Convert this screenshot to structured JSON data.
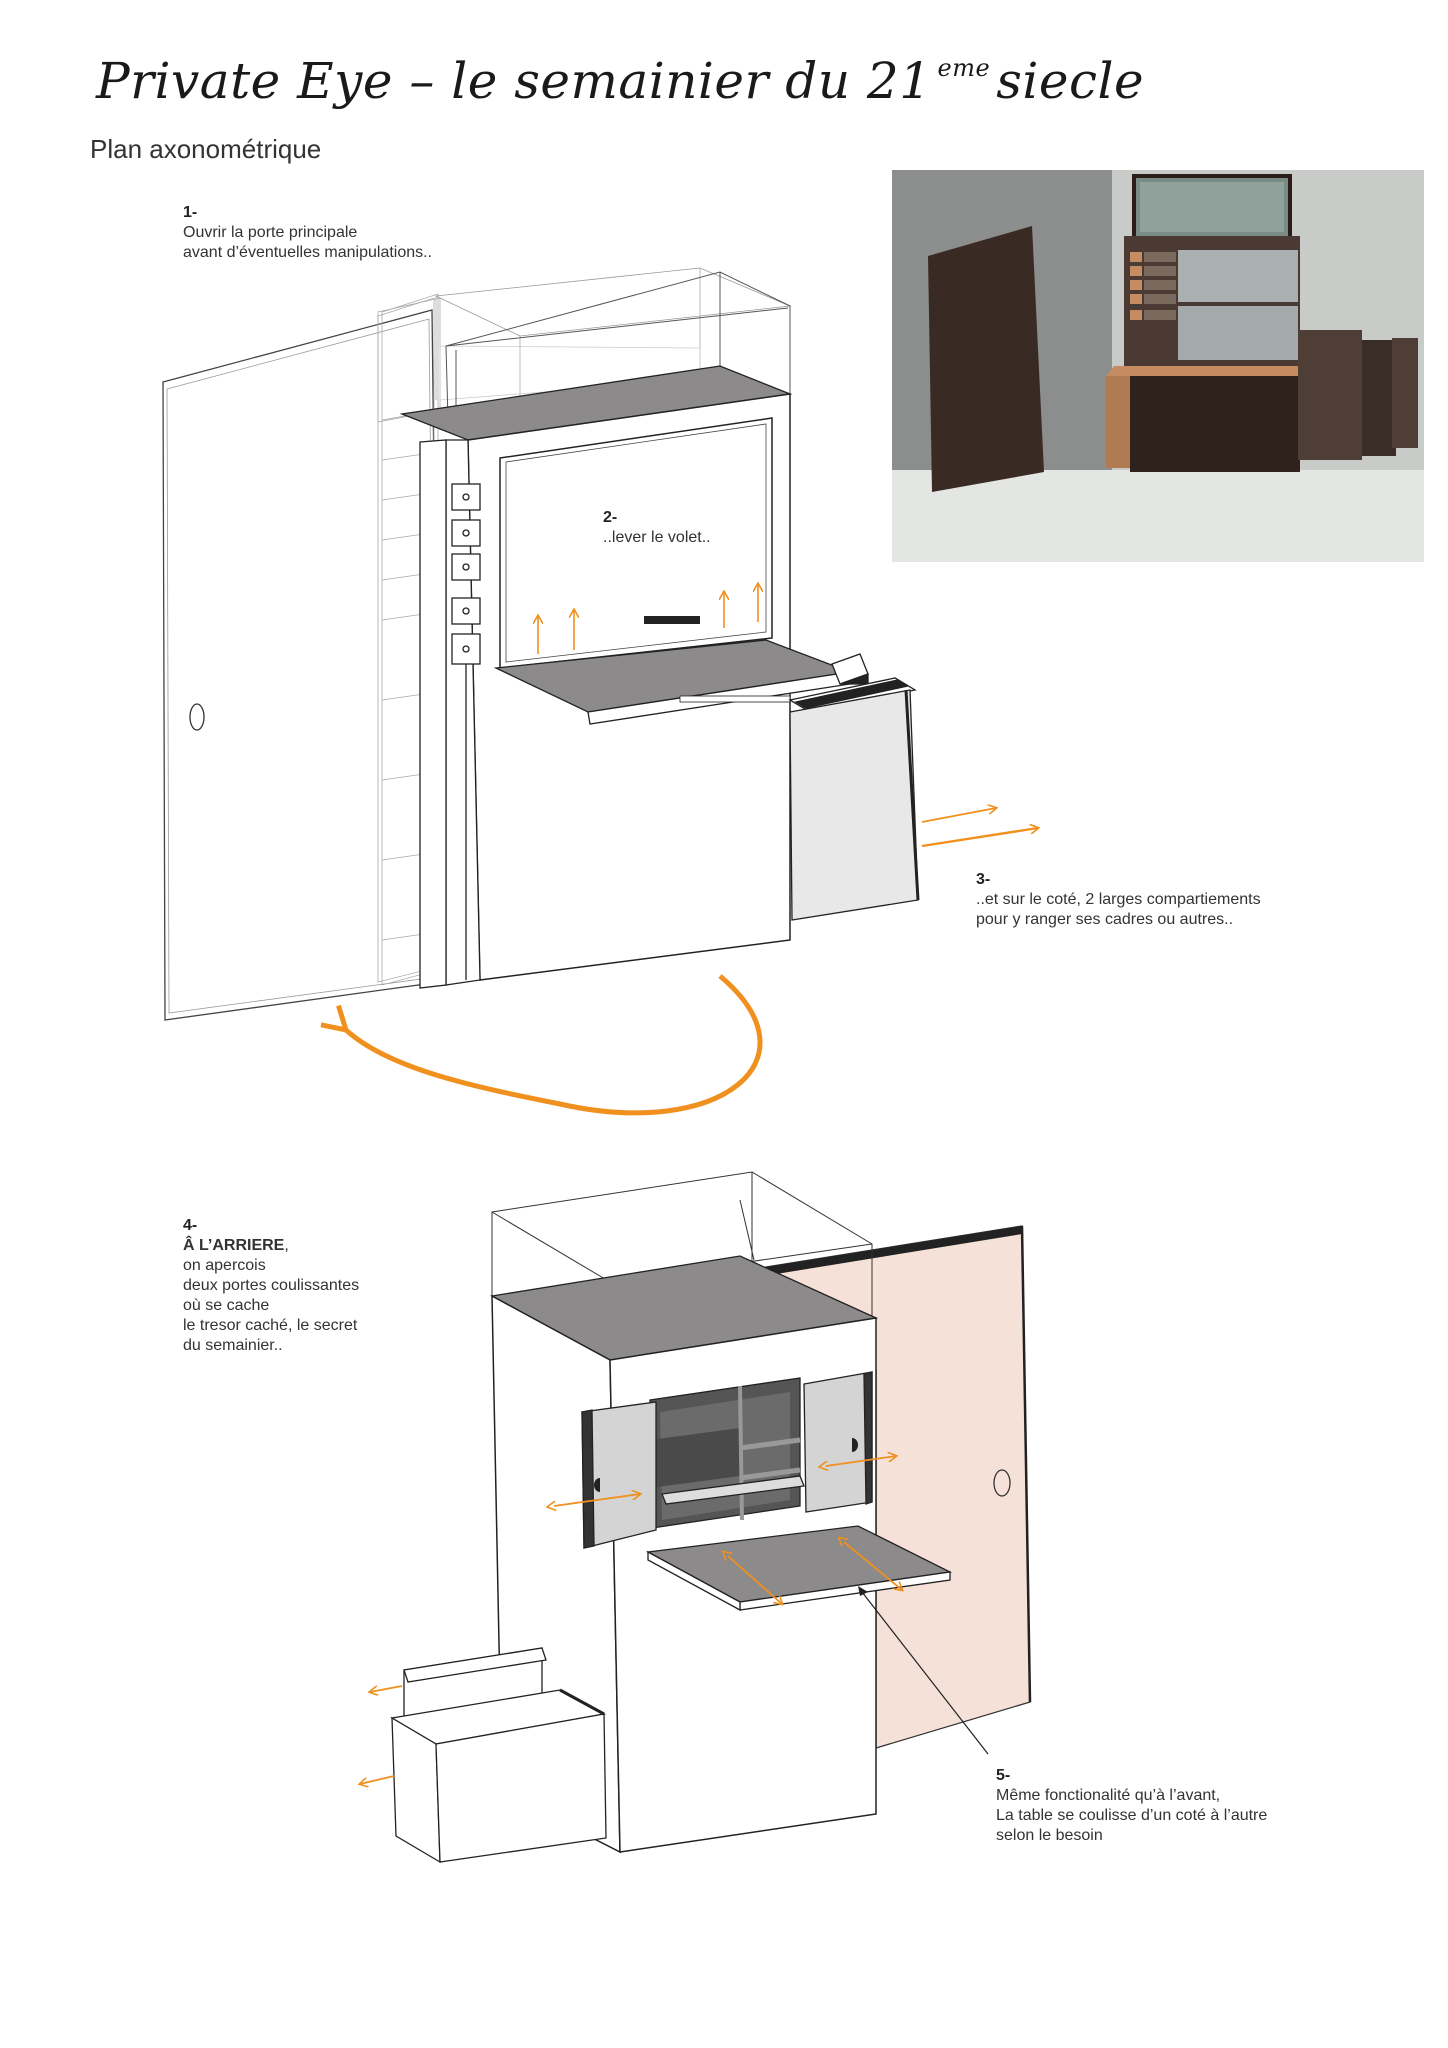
{
  "header": {
    "title_main": "Private Eye – le semainier du 21",
    "title_sup": "eme",
    "title_end": "siecle",
    "subtitle": "Plan axonométrique"
  },
  "steps": [
    {
      "num": "1-",
      "lines": [
        "Ouvrir la porte principale",
        "avant d’éventuelles manipulations.."
      ]
    },
    {
      "num": "2-",
      "lines": [
        "..lever le volet.."
      ]
    },
    {
      "num": "3-",
      "lines": [
        "..et sur le coté,  2 larges compartiements",
        "pour y ranger ses cadres ou autres.."
      ]
    },
    {
      "num": "4-",
      "bold": "Â L’ARRIERE",
      "bold_suffix": ",",
      "lines": [
        "on  apercois",
        "deux portes coulissantes",
        "où se cache",
        "le tresor caché, le secret",
        "du semainier.."
      ]
    },
    {
      "num": "5-",
      "lines": [
        "Même fonctionalité qu’à l’avant,",
        "La table se coulisse d’un coté à l’autre",
        "selon le besoin"
      ]
    }
  ],
  "colors": {
    "arrow": "#f0901e",
    "panel_grey": "#8c8a8a",
    "panel_light": "#e8e8e8",
    "back_panel": "#f6e1d8",
    "furniture_brown": "#3a2a24",
    "desk_wood": "#c58c62",
    "photo_bg": "#c9cbc9"
  }
}
